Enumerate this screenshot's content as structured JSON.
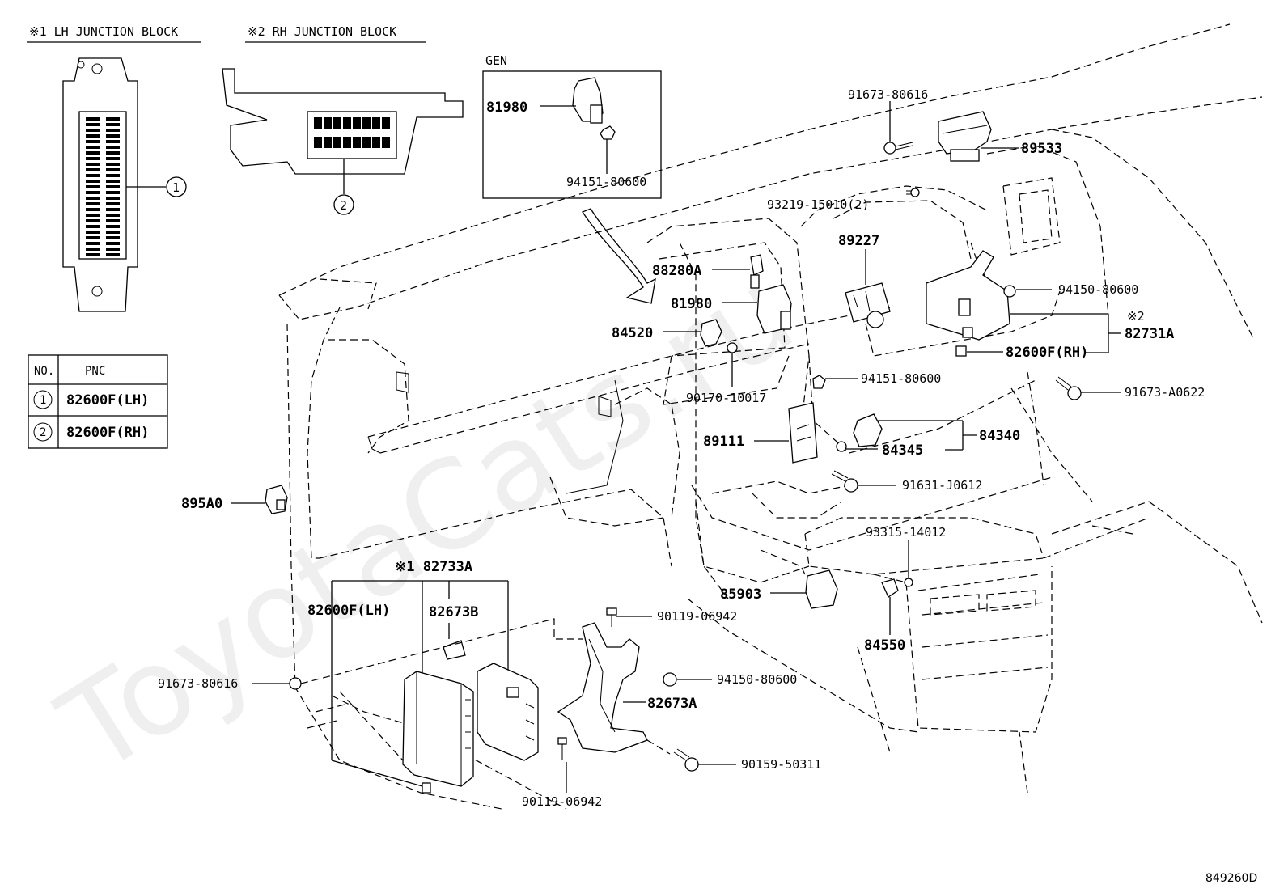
{
  "headers": {
    "lh_block": "※1 LH JUNCTION BLOCK",
    "rh_block": "※2 RH JUNCTION BLOCK",
    "gen": "GEN"
  },
  "callouts": {
    "one": "1",
    "two": "2"
  },
  "table": {
    "col_no": "NO.",
    "col_pnc": "PNC",
    "rows": [
      {
        "no": "1",
        "pnc": "82600F(LH)"
      },
      {
        "no": "2",
        "pnc": "82600F(RH)"
      }
    ]
  },
  "parts": {
    "p81980_gen": "81980",
    "p94151_80600_gen": "94151-80600",
    "p91673_80616_top": "91673-80616",
    "p89533": "89533",
    "p93219_15010": "93219-15010(2)",
    "p89227": "89227",
    "p88280A": "88280A",
    "p81980": "81980",
    "p84520": "84520",
    "p90170_10017": "90170-10017",
    "p94150_80600_top": "94150-80600",
    "p82731A": "82731A",
    "note2": "※2",
    "p82600F_RH": "82600F(RH)",
    "p91673_A0622": "91673-A0622",
    "p94151_80600": "94151-80600",
    "p84340": "84340",
    "p84345": "84345",
    "p89111": "89111",
    "p91631_J0612": "91631-J0612",
    "p895A0": "895A0",
    "p93315_14012": "93315-14012",
    "p85903": "85903",
    "p84550": "84550",
    "p82733A": "※1 82733A",
    "p82600F_LH": "82600F(LH)",
    "p82673B": "82673B",
    "p90119_06942_top": "90119-06942",
    "p91673_80616": "91673-80616",
    "p94150_80600": "94150-80600",
    "p82673A": "82673A",
    "p90159_50311": "90159-50311",
    "p90119_06942": "90119-06942"
  },
  "figure_code": "849260D",
  "watermark": "ToyotaCats.ru"
}
